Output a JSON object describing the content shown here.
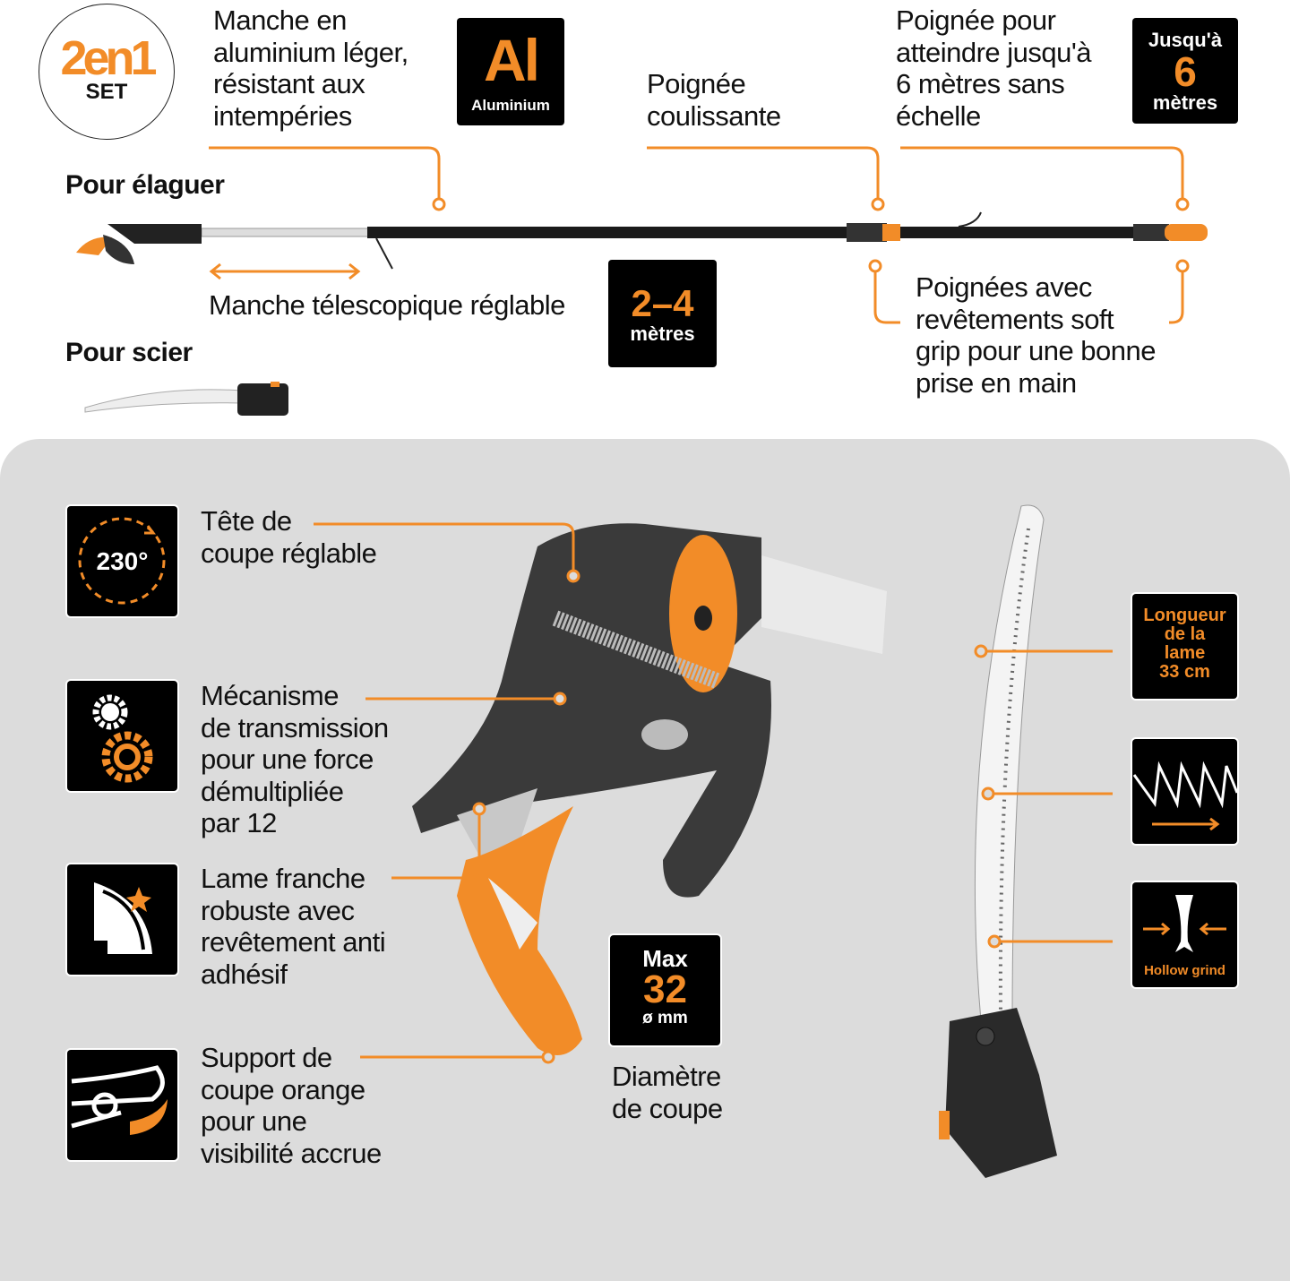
{
  "badge_2en1": {
    "big": "2en1",
    "small": "SET"
  },
  "top": {
    "aluminium_text": [
      "Manche en",
      "aluminium léger,",
      "résistant aux",
      "intempéries"
    ],
    "al_badge": {
      "symbol": "Al",
      "label": "Aluminium"
    },
    "slide_text": [
      "Poignée",
      "coulissante"
    ],
    "reach_text": [
      "Poignée pour",
      "atteindre jusqu'à",
      "6 mètres sans",
      "échelle"
    ],
    "reach_badge": {
      "top": "Jusqu'à",
      "value": "6",
      "unit": "mètres"
    },
    "prune_heading": "Pour élaguer",
    "telescopic_text": "Manche télescopique réglable",
    "length_badge": {
      "value": "2–4",
      "unit": "mètres"
    },
    "grip_text": [
      "Poignées avec",
      "revêtements soft",
      "grip pour une bonne",
      "prise en main"
    ],
    "saw_heading": "Pour scier"
  },
  "features": [
    {
      "icon": "rotation-230-icon",
      "icon_text": "230°",
      "text": [
        "Tête de",
        "coupe réglable"
      ]
    },
    {
      "icon": "gears-icon",
      "text": [
        "Mécanisme",
        "de transmission",
        "pour une force",
        "démultipliée",
        "par 12"
      ]
    },
    {
      "icon": "blade-icon",
      "text": [
        "Lame franche",
        "robuste avec",
        "revêtement anti",
        "adhésif"
      ]
    },
    {
      "icon": "orange-anvil-icon",
      "text": [
        "Support de",
        "coupe orange",
        "pour une",
        "visibilité accrue"
      ]
    }
  ],
  "cut_badge": {
    "top": "Max",
    "value": "32",
    "unit": "ø mm",
    "caption": [
      "Diamètre",
      "de coupe"
    ]
  },
  "saw_badges": {
    "length": [
      "Longueur",
      "de la",
      "lame",
      "33 cm"
    ],
    "hollow": "Hollow grind"
  },
  "colors": {
    "accent": "#f28c28",
    "dark": "#000000",
    "panel": "#dcdcdc"
  }
}
